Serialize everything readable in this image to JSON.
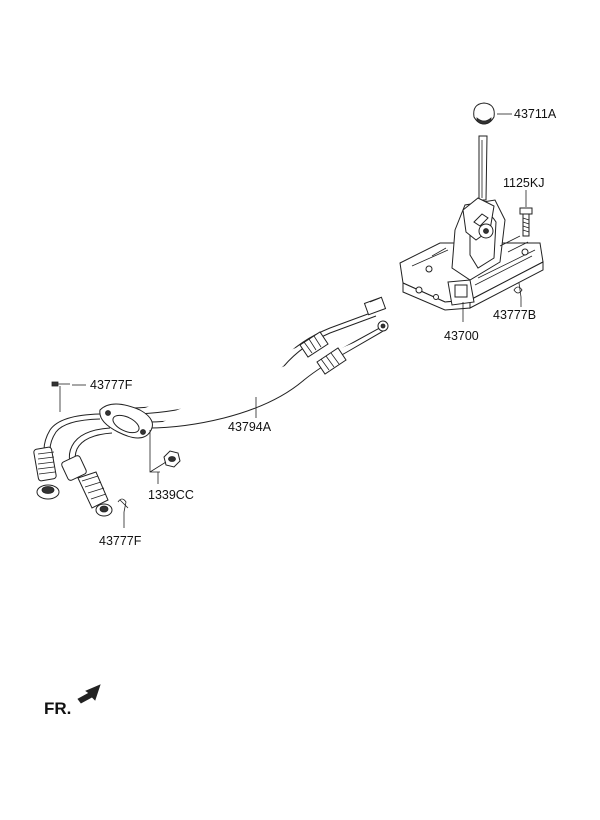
{
  "labels": {
    "knob": "43711A",
    "bolt": "1125KJ",
    "clip_right": "43777B",
    "lever_assembly": "43700",
    "cable": "43794A",
    "clip_top_left": "43777F",
    "clip_bottom_left": "43777F",
    "nut": "1339CC"
  },
  "direction_marker": "FR."
}
